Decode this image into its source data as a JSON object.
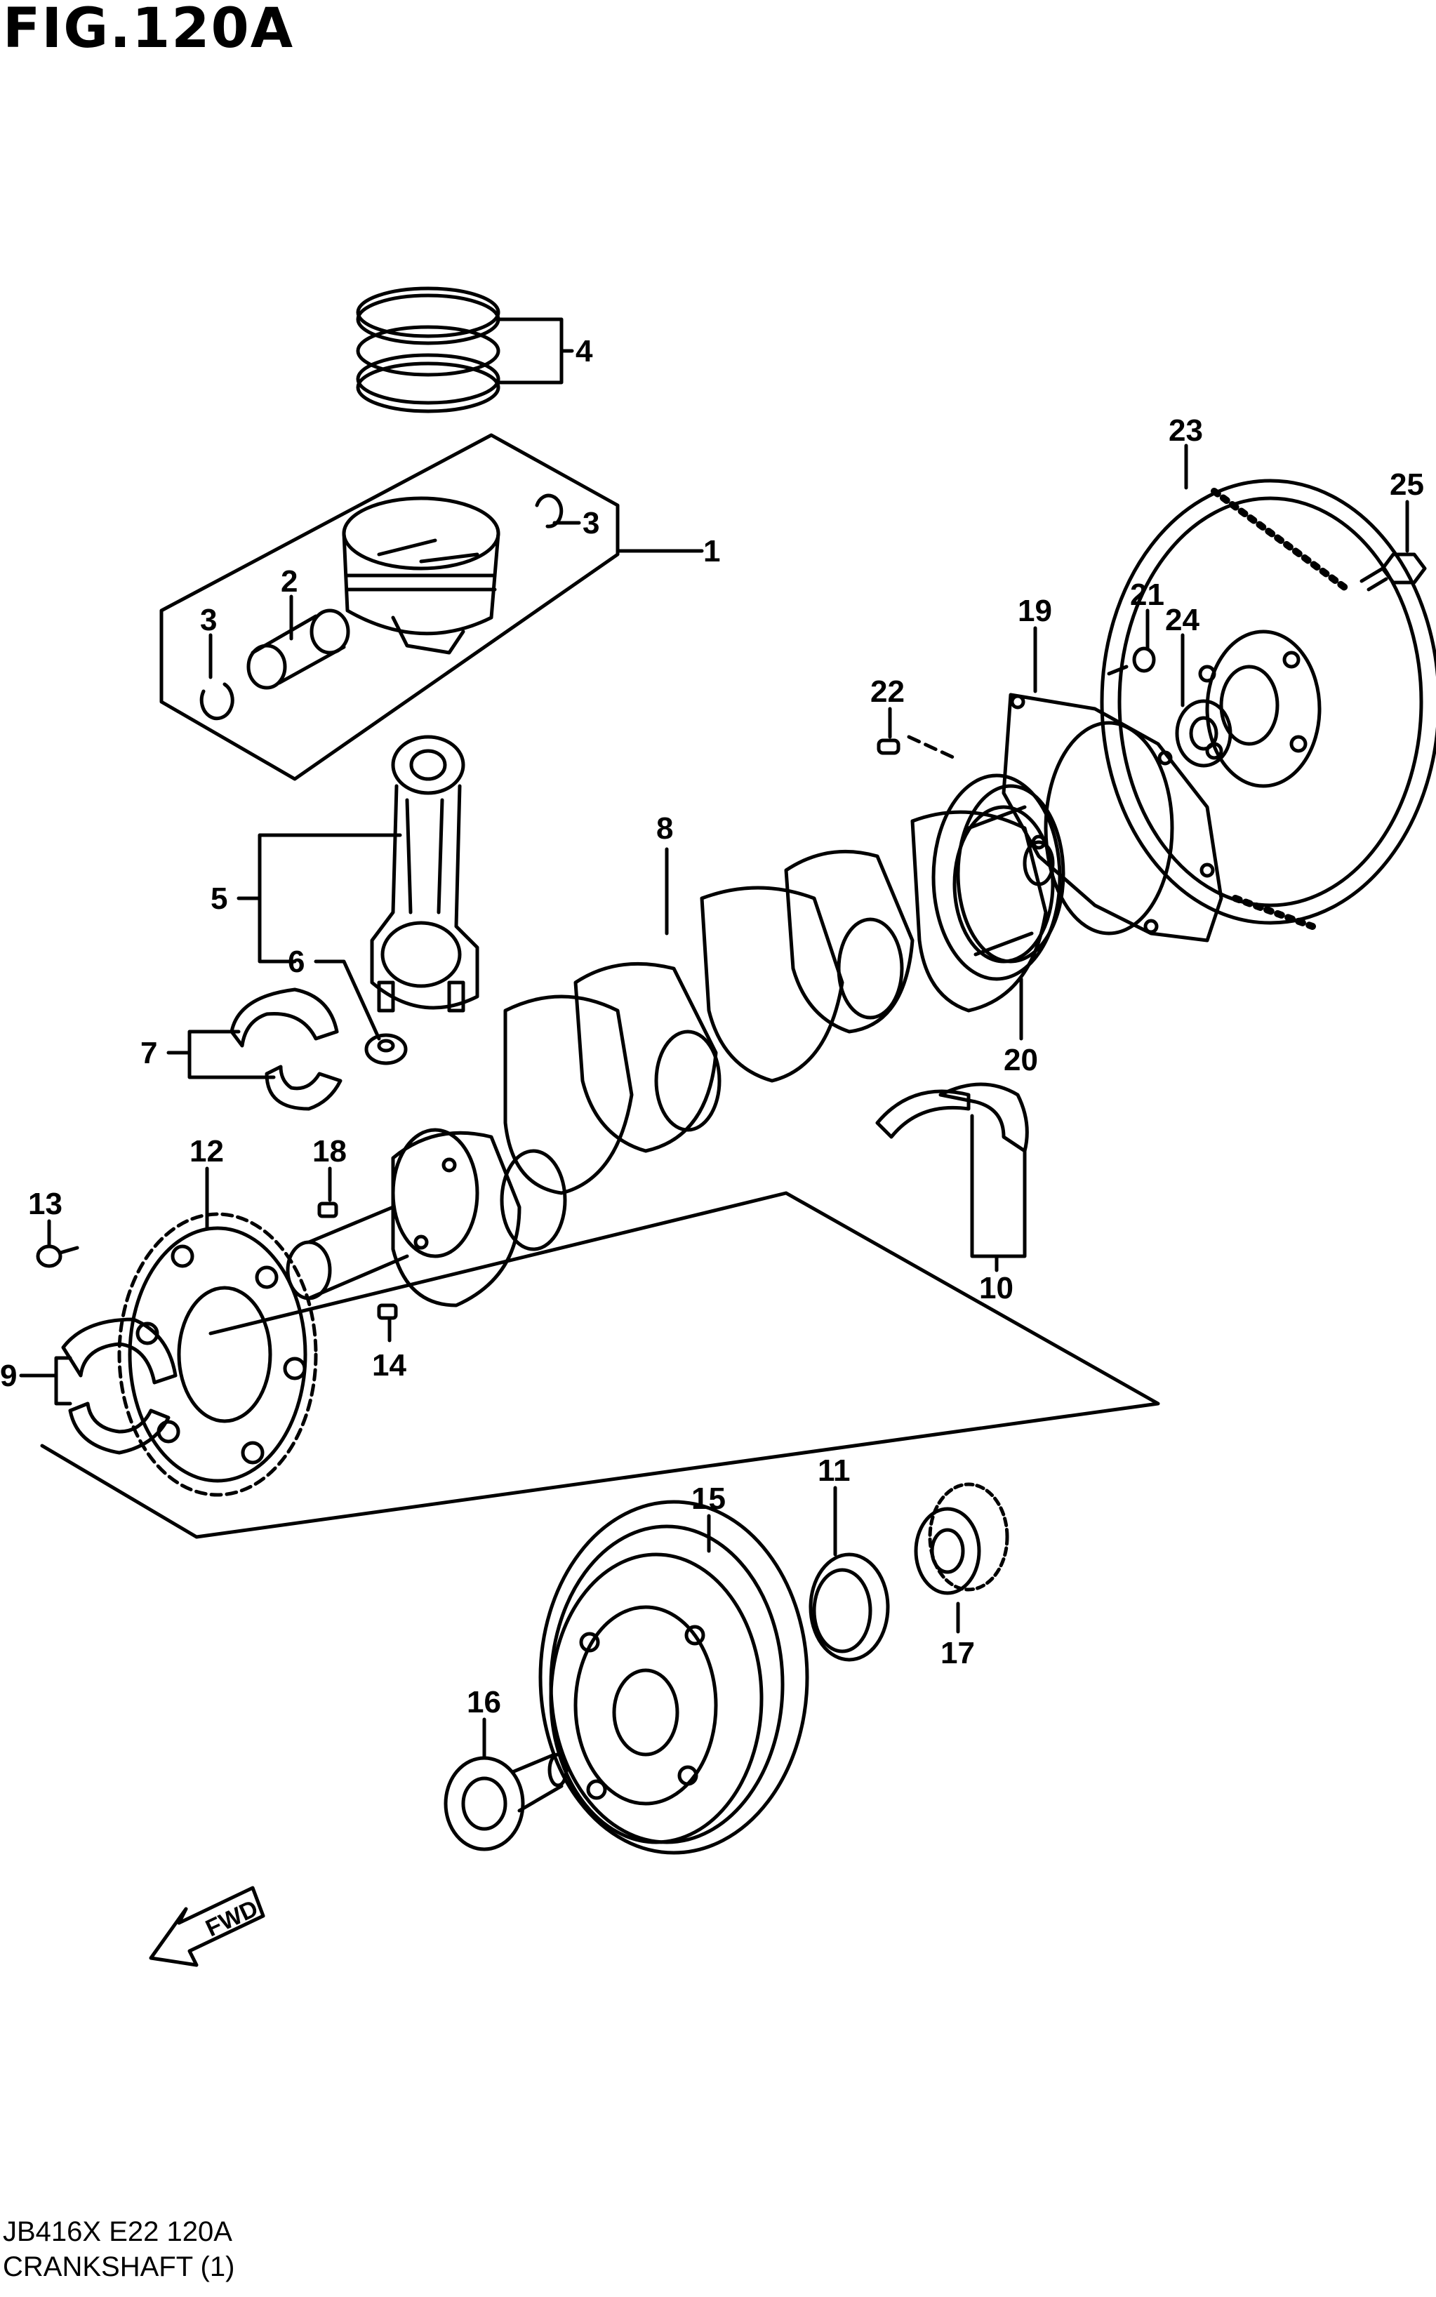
{
  "header": {
    "figure_title": "FIG.120A"
  },
  "footer": {
    "model_code": "JB416X E22 120A",
    "section_name": "CRANKSHAFT (1)"
  },
  "direction_arrow": {
    "label": "FWD"
  },
  "callouts": {
    "c1": "1",
    "c2": "2",
    "c3a": "3",
    "c3b": "3",
    "c4": "4",
    "c5": "5",
    "c6": "6",
    "c7": "7",
    "c8": "8",
    "c9": "9",
    "c10": "10",
    "c11": "11",
    "c12": "12",
    "c13": "13",
    "c14": "14",
    "c15": "15",
    "c16": "16",
    "c17": "17",
    "c18": "18",
    "c19": "19",
    "c20": "20",
    "c21": "21",
    "c22": "22",
    "c23": "23",
    "c24": "24",
    "c25": "25"
  }
}
